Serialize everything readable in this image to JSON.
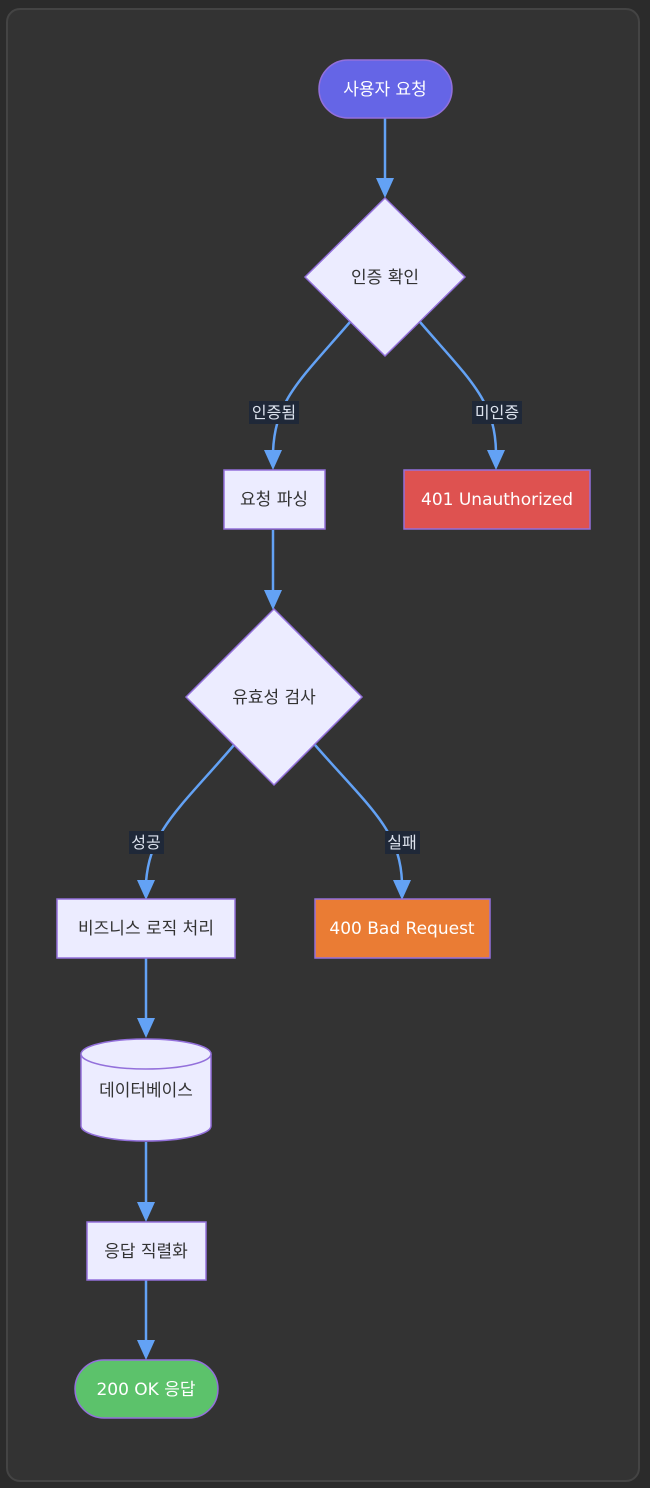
{
  "colors": {
    "background": "#333333",
    "edge": "#63a2f5",
    "node_fill": "#ececff",
    "node_stroke": "#9370db",
    "start_fill": "#6565e6",
    "error401_fill": "#de5250",
    "error400_fill": "#ea7c34",
    "success_fill": "#5cc26b",
    "label_bg": "#1f2838"
  },
  "nodes": {
    "start": {
      "label": "사용자 요청",
      "shape": "stadium"
    },
    "auth_check": {
      "label": "인증 확인",
      "shape": "diamond"
    },
    "parse": {
      "label": "요청 파싱",
      "shape": "rect"
    },
    "unauthorized": {
      "label": "401 Unauthorized",
      "shape": "rect"
    },
    "validate": {
      "label": "유효성 검사",
      "shape": "diamond"
    },
    "business": {
      "label": "비즈니스 로직 처리",
      "shape": "rect"
    },
    "bad_request": {
      "label": "400 Bad Request",
      "shape": "rect"
    },
    "database": {
      "label": "데이터베이스",
      "shape": "cylinder"
    },
    "serialize": {
      "label": "응답 직렬화",
      "shape": "rect"
    },
    "ok": {
      "label": "200 OK 응답",
      "shape": "stadium"
    }
  },
  "edges": [
    {
      "from": "start",
      "to": "auth_check",
      "label": ""
    },
    {
      "from": "auth_check",
      "to": "parse",
      "label": "인증됨"
    },
    {
      "from": "auth_check",
      "to": "unauthorized",
      "label": "미인증"
    },
    {
      "from": "parse",
      "to": "validate",
      "label": ""
    },
    {
      "from": "validate",
      "to": "business",
      "label": "성공"
    },
    {
      "from": "validate",
      "to": "bad_request",
      "label": "실패"
    },
    {
      "from": "business",
      "to": "database",
      "label": ""
    },
    {
      "from": "database",
      "to": "serialize",
      "label": ""
    },
    {
      "from": "serialize",
      "to": "ok",
      "label": ""
    }
  ]
}
